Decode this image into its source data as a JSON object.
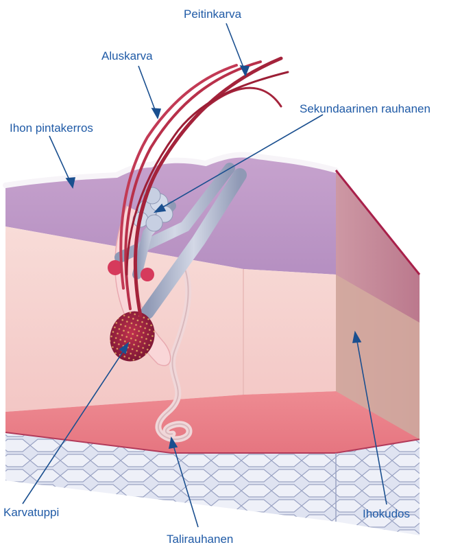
{
  "labels": {
    "peitinkarva": "Peitinkarva",
    "aluskarva": "Aluskarva",
    "sekundaarinen": "Sekundaarinen rauhanen",
    "ihon_pintakerros": "Ihon pintakerros",
    "karvatuppi": "Karvatuppi",
    "ihokudos": "Ihokudos",
    "talirauhanen": "Talirauhanen"
  },
  "colors": {
    "label_text": "#1f5aa6",
    "leader_line": "#1a4f8f",
    "epidermis_top": "#c9a6cf",
    "dermis": "#f6d2cf",
    "subcutis": "#e98a8e",
    "fat_cells": "#d8dcef",
    "hair": "#b3283f",
    "gland": "#b9c2d6"
  }
}
